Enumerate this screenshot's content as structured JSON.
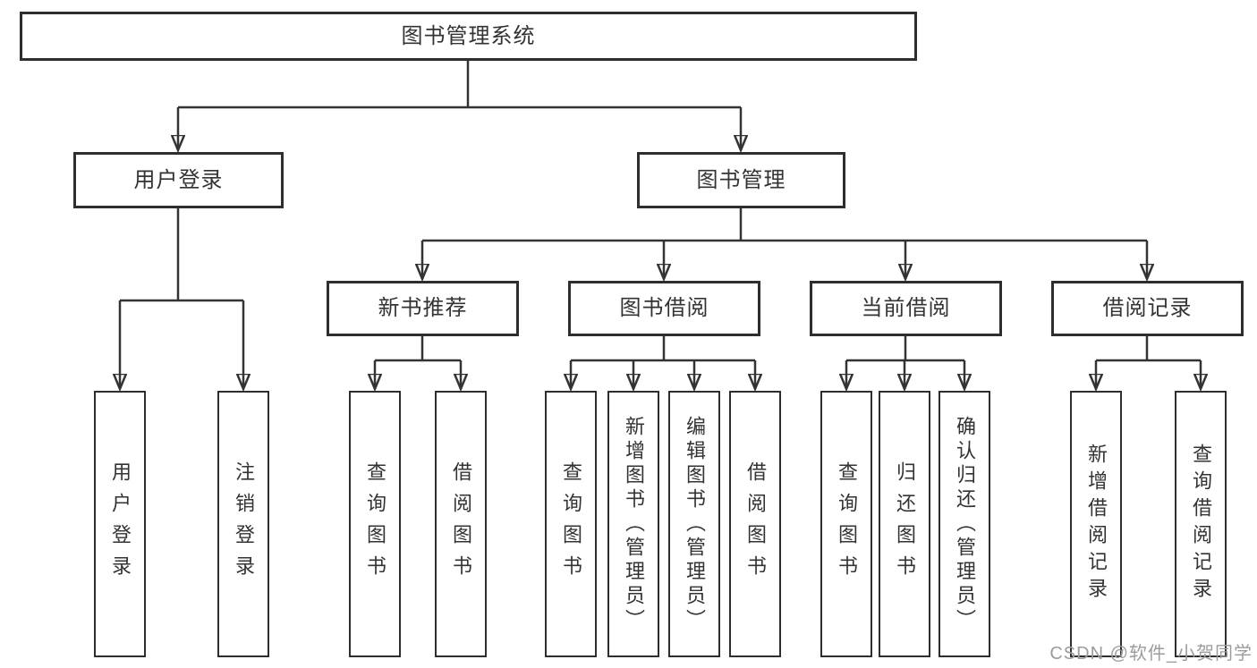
{
  "diagram": {
    "tree": {
      "root": "图书管理系统",
      "children": [
        {
          "label": "用户登录",
          "children": [
            "用户登录",
            "注销登录"
          ]
        },
        {
          "label": "图书管理",
          "children": [
            {
              "label": "新书推荐",
              "children": [
                "查询图书",
                "借阅图书"
              ]
            },
            {
              "label": "图书借阅",
              "children": [
                "查询图书",
                "新增图书（管理员）",
                "编辑图书（管理员）",
                "借阅图书"
              ]
            },
            {
              "label": "当前借阅",
              "children": [
                "查询图书",
                "归还图书",
                "确认归还（管理员）"
              ]
            },
            {
              "label": "借阅记录",
              "children": [
                "新增借阅记录",
                "查询借阅记录"
              ]
            }
          ]
        }
      ]
    },
    "watermark": "CSDN @软件_小贺同学",
    "colors": {
      "line": "#333333",
      "box_border": "#2e2e2e",
      "text": "#333333",
      "watermark": "#9c9c9c",
      "background": "#ffffff"
    }
  }
}
